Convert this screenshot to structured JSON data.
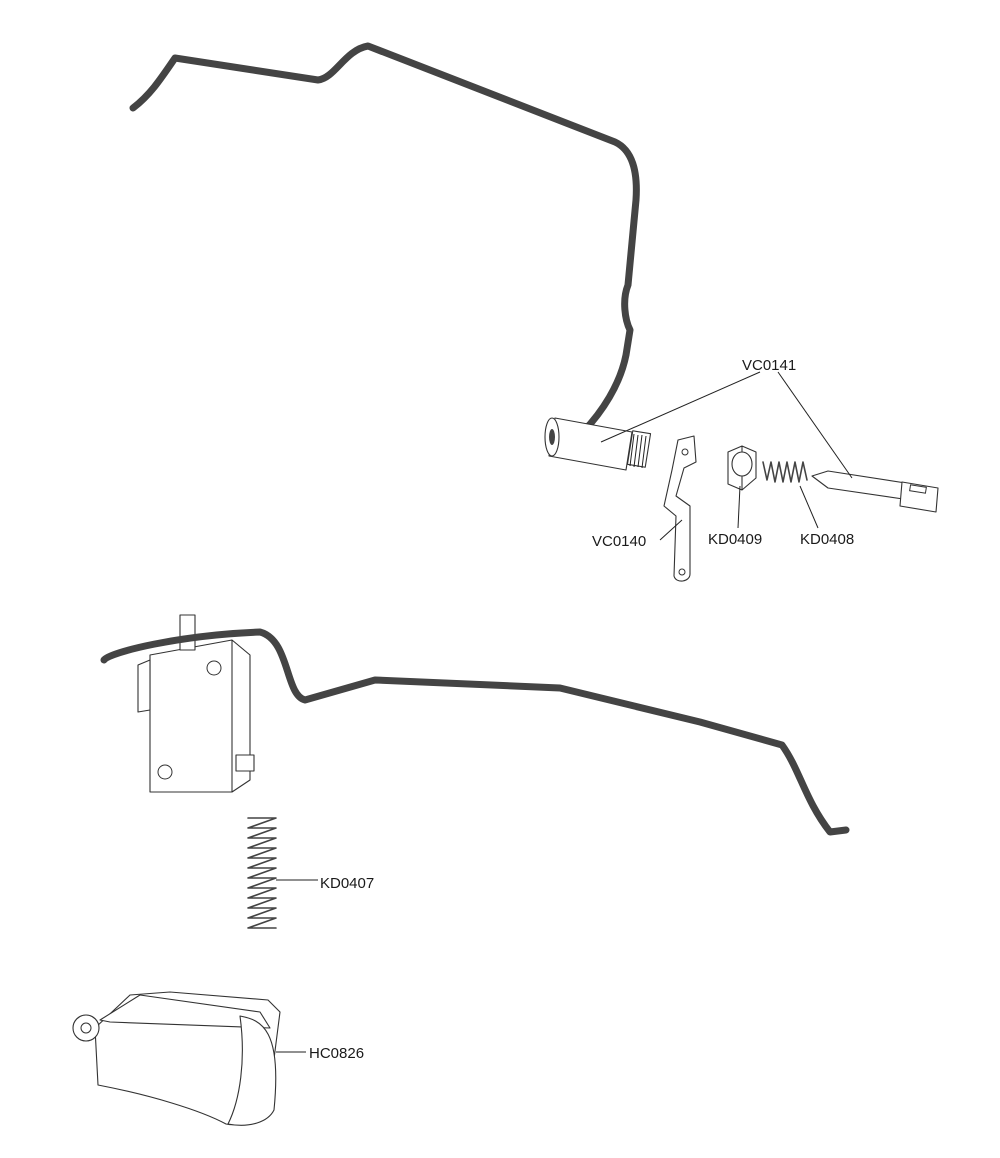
{
  "labels": {
    "vc0141": "VC0141",
    "vc0140": "VC0140",
    "kd0409": "KD0409",
    "kd0408": "KD0408",
    "kd0407": "KD0407",
    "hc0826": "HC0826"
  }
}
